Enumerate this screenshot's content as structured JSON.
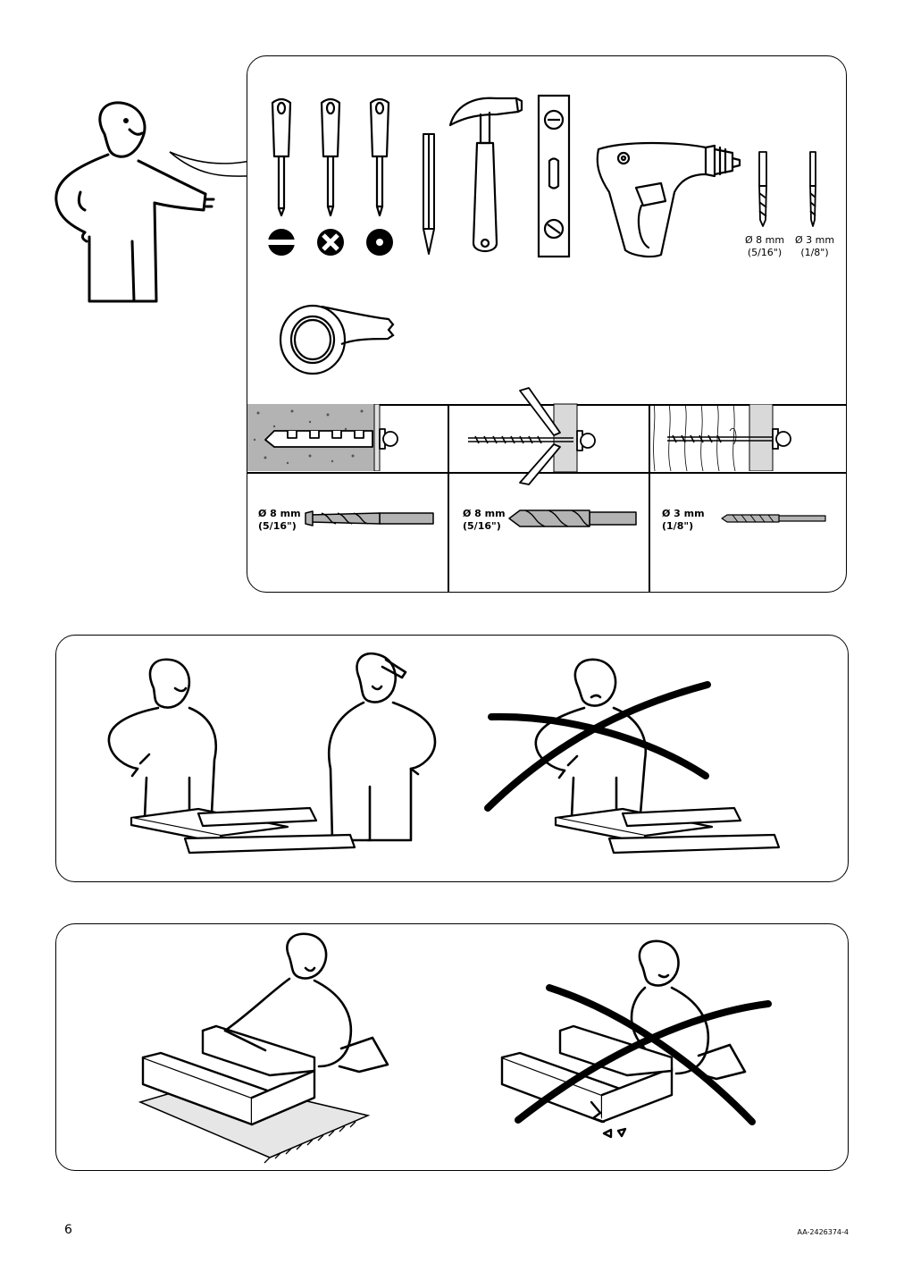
{
  "tools": {
    "drill_bits": [
      {
        "diameter": "Ø 8 mm",
        "inch": "(5/16\")"
      },
      {
        "diameter": "Ø 3 mm",
        "inch": "(1/8\")"
      }
    ],
    "screwdriver_icons": [
      "slotted-head-icon",
      "cross-head-icon",
      "pozidriv-head-icon"
    ]
  },
  "wall_types": [
    {
      "name": "concrete-wall",
      "diameter": "Ø 8 mm",
      "inch": "(5/16\")"
    },
    {
      "name": "hollow-wall",
      "diameter": "Ø 8 mm",
      "inch": "(5/16\")"
    },
    {
      "name": "wood-wall",
      "diameter": "Ø 3 mm",
      "inch": "(1/8\")"
    }
  ],
  "footer": {
    "page_number": "6",
    "doc_code": "AA-2426374-4"
  }
}
